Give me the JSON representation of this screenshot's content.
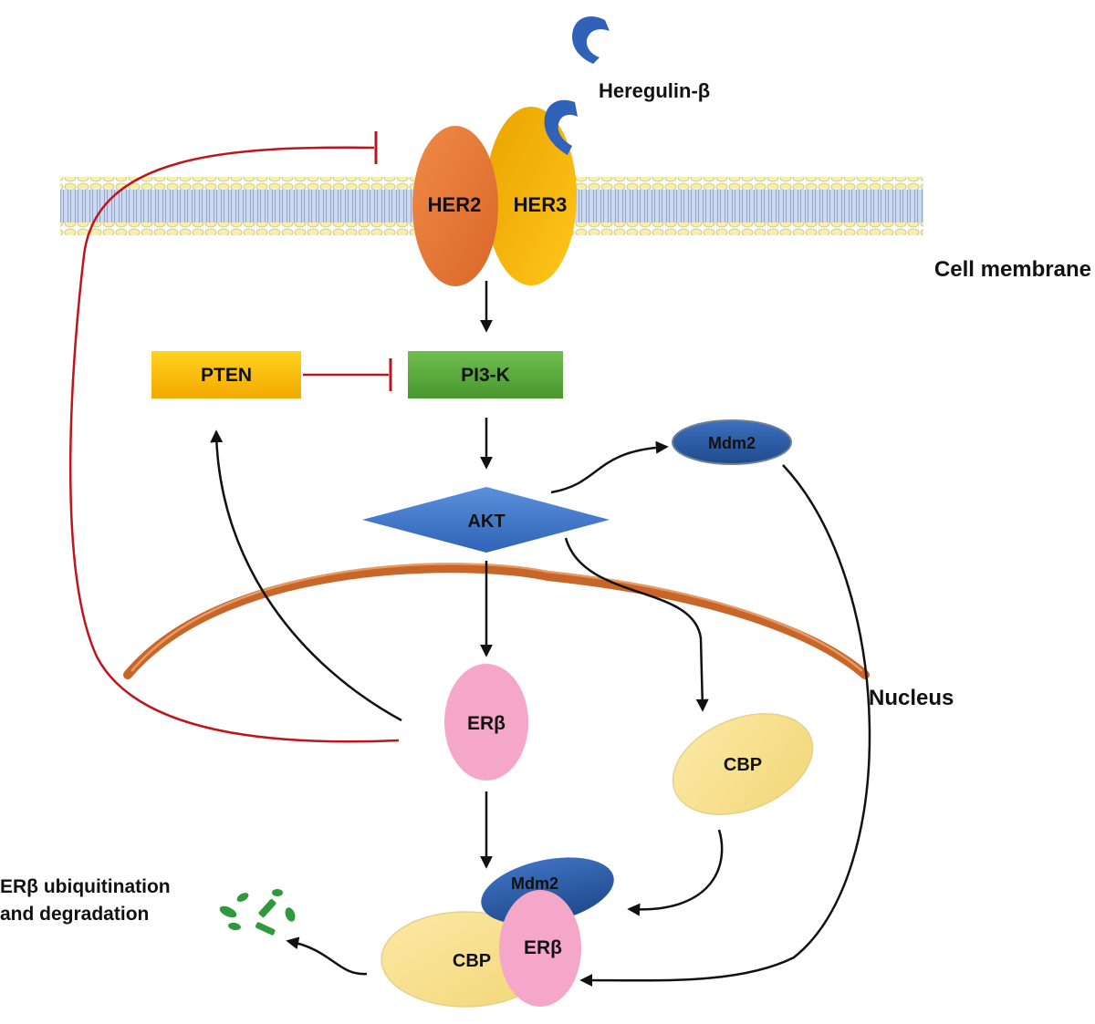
{
  "labels": {
    "heregulin": "Heregulin-β",
    "cell_membrane": "Cell membrane",
    "nucleus": "Nucleus",
    "degradation_line1": "ERβ ubiquitination",
    "degradation_line2": "and degradation"
  },
  "nodes": {
    "her2": "HER2",
    "her3": "HER3",
    "pten": "PTEN",
    "pi3k": "PI3-K",
    "akt": "AKT",
    "mdm2_top": "Mdm2",
    "erb": "ERβ",
    "cbp": "CBP",
    "complex_mdm2": "Mdm2",
    "complex_cbp": "CBP",
    "complex_erb": "ERβ"
  },
  "colors": {
    "her2": "#e8783a",
    "her3": "#f2b400",
    "pten": "#f5b800",
    "pi3k": "#5aa53c",
    "akt": "#3f78c8",
    "mdm2": "#2c5aa0",
    "erb": "#f4a7c8",
    "cbp": "#f7e08c",
    "nuclear_envelope": "#c8662a",
    "inhibition": "#c0141c",
    "activation": "#111111",
    "degradation_fragments": "#2e9a3c",
    "heregulin": "#2f62b8"
  },
  "edges": [
    {
      "from": "HER2/HER3",
      "to": "PI3-K",
      "type": "activation"
    },
    {
      "from": "PTEN",
      "to": "PI3-K",
      "type": "inhibition"
    },
    {
      "from": "PI3-K",
      "to": "AKT",
      "type": "activation"
    },
    {
      "from": "AKT",
      "to": "Mdm2",
      "type": "activation"
    },
    {
      "from": "AKT",
      "to": "ERβ",
      "type": "activation"
    },
    {
      "from": "AKT",
      "to": "CBP",
      "type": "activation"
    },
    {
      "from": "ERβ",
      "to": "PTEN",
      "type": "activation"
    },
    {
      "from": "ERβ",
      "to": "HER2/HER3",
      "type": "inhibition"
    },
    {
      "from": "ERβ",
      "to": "Mdm2/CBP/ERβ complex",
      "type": "activation"
    },
    {
      "from": "CBP",
      "to": "Mdm2/CBP/ERβ complex",
      "type": "activation"
    },
    {
      "from": "Mdm2",
      "to": "Mdm2/CBP/ERβ complex",
      "type": "activation"
    },
    {
      "from": "Mdm2/CBP/ERβ complex",
      "to": "ERβ ubiquitination and degradation",
      "type": "activation"
    }
  ]
}
